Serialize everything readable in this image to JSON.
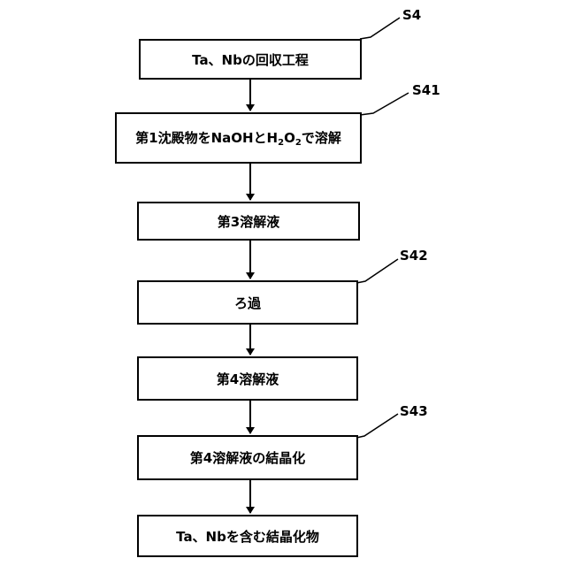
{
  "steps": [
    {
      "label": "Ta、Nbの回収工程",
      "code": "S4"
    },
    {
      "label": "第1沈殿物をNaOHとH2O2で溶解",
      "code": "S41"
    },
    {
      "label": "第3溶解液",
      "code": ""
    },
    {
      "label": "ろ過",
      "code": "S42"
    },
    {
      "label": "第4溶解液",
      "code": ""
    },
    {
      "label": "第4溶解液の結晶化",
      "code": "S43"
    },
    {
      "label": "Ta、Nbを含む結晶化物",
      "code": ""
    }
  ],
  "step2_parts": {
    "pre": "第1沈殿物をNaOHとH",
    "sub1": "2",
    "mid": "O",
    "sub2": "2",
    "post": "で溶解"
  }
}
